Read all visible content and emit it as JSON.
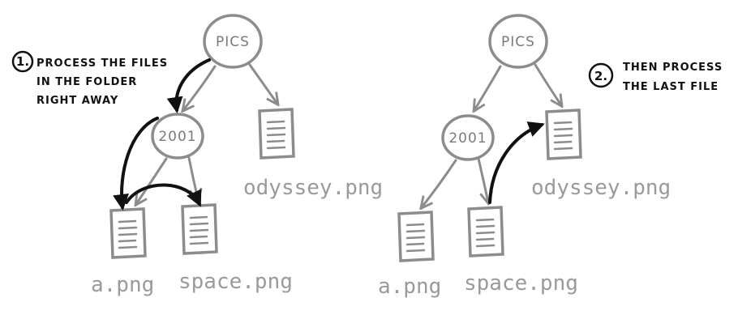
{
  "colors": {
    "tree_gray": "#8c8c8c",
    "label_gray": "#9a9a9a",
    "arrow_black": "#111111"
  },
  "left_panel": {
    "root_label": "PICS",
    "folder_label": "2001",
    "files": {
      "a": "a.png",
      "space": "space.png",
      "odyssey": "odyssey.png"
    },
    "step": {
      "number": "1.",
      "lines": [
        "PROCESS THE FILES",
        "IN THE FOLDER",
        "RIGHT AWAY"
      ]
    }
  },
  "right_panel": {
    "root_label": "PICS",
    "folder_label": "2001",
    "files": {
      "a": "a.png",
      "space": "space.png",
      "odyssey": "odyssey.png"
    },
    "step": {
      "number": "2.",
      "lines": [
        "THEN PROCESS",
        "THE LAST FILE"
      ]
    }
  }
}
